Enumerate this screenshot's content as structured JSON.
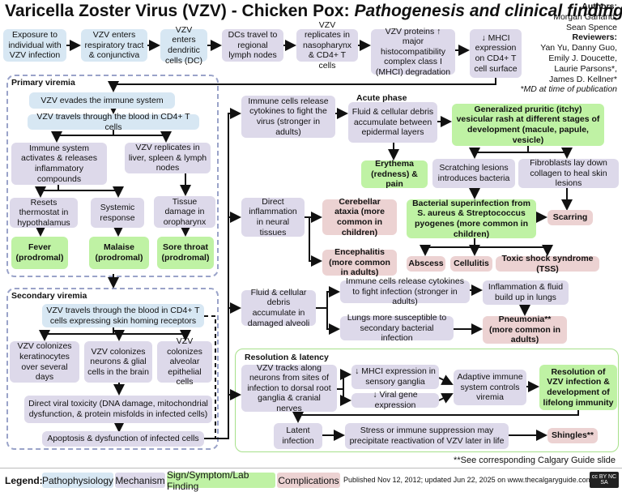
{
  "title_main": "Varicella Zoster Virus (VZV) - Chicken Pox: ",
  "title_sub": "Pathogenesis and clinical findings",
  "authors": {
    "authors_label": "Authors:",
    "author1": "Morgan Garland,",
    "author2": "Sean Spence",
    "reviewers_label": "Reviewers:",
    "reviewer1": "Yan Yu, Danny Guo,",
    "reviewer2": "Emily J. Doucette,",
    "reviewer3": "Laurie Parsons*,",
    "reviewer4": "James D. Kellner*",
    "note": "*MD at time of publication"
  },
  "top_row": {
    "exposure": "Exposure to individual with VZV infection",
    "enters_resp": "VZV enters respiratory tract & conjunctiva",
    "enters_dc": "VZV enters dendritic cells (DC)",
    "dc_travel": "DCs travel to regional lymph nodes",
    "replicates": "VZV replicates in nasopharynx & CD4+ T cells",
    "proteins": "VZV proteins ↑ major histocompatibility complex class I (MHCI) degradation",
    "mhci_down": "↓ MHCI expression on CD4+ T cell surface"
  },
  "primary": {
    "label": "Primary viremia",
    "evades": "VZV evades the immune system",
    "travels": "VZV travels through the blood in CD4+ T cells",
    "immune_act": "Immune system activates & releases inflammatory compounds",
    "replicates_liver": "VZV replicates in liver, spleen & lymph nodes",
    "thermostat": "Resets thermostat in hypothalamus",
    "systemic": "Systemic response",
    "tissue_damage": "Tissue damage in oropharynx",
    "fever": "Fever (prodromal)",
    "malaise": "Malaise (prodromal)",
    "sore_throat": "Sore throat (prodromal)"
  },
  "secondary": {
    "label": "Secondary viremia",
    "travels_homing": "VZV travels through the blood in CD4+ T cells expressing skin homing receptors",
    "keratinocytes": "VZV colonizes keratinocytes over several days",
    "neurons": "VZV colonizes neurons & glial cells in the brain",
    "alveolar": "VZV colonizes alveolar epithelial cells",
    "toxicity": "Direct viral toxicity (DNA damage, mitochondrial dysfunction, & protein misfolds in infected cells)",
    "apoptosis": "Apoptosis & dysfunction of infected cells"
  },
  "acute": {
    "label": "Acute phase",
    "immune_release": "Immune cells release cytokines to fight the virus (stronger in adults)",
    "fluid_debris": "Fluid & cellular debris accumulate between epidermal layers",
    "rash": "Generalized pruritic (itchy) vesicular rash at different stages of development (macule, papule, vesicle)",
    "erythema": "Erythema (redness) & pain",
    "scratching": "Scratching lesions introduces bacteria",
    "fibroblasts": "Fibroblasts lay down collagen to heal skin lesions",
    "direct_inflam": "Direct inflammation in neural tissues",
    "cerebellar": "Cerebellar ataxia (more common in children)",
    "superinfection": "Bacterial superinfection from S. aureus & Streptococcus pyogenes (more common in children)",
    "scarring": "Scarring",
    "encephalitis": "Encephalitis (more common in adults)",
    "abscess": "Abscess",
    "cellulitis": "Cellulitis",
    "tss": "Toxic shock syndrome (TSS)",
    "fluid_alveoli": "Fluid & cellular debris accumulate in damaged alveoli",
    "immune_release2": "Immune cells release cytokines to fight infection (stronger in adults)",
    "inflam_lungs": "Inflammation & fluid build up in lungs",
    "lungs_susceptible": "Lungs more susceptible to secondary bacterial infection",
    "pneumonia": "Pneumonia** (more common in adults)"
  },
  "resolution": {
    "label": "Resolution & latency",
    "tracks": "VZV tracks along neurons from sites of infection to dorsal root ganglia & cranial nerves",
    "mhci_sensory": "↓ MHCI expression in sensory ganglia",
    "viral_gene": "↓ Viral gene expression",
    "adaptive": "Adaptive immune system controls viremia",
    "resolution_vzv": "Resolution of VZV infection & development of lifelong immunity",
    "latent": "Latent infection",
    "stress": "Stress or immune suppression may precipitate reactivation of VZV later in life",
    "shingles": "Shingles**"
  },
  "footnote": "**See corresponding Calgary Guide slide",
  "legend": {
    "label": "Legend:",
    "patho": "Pathophysiology",
    "mech": "Mechanism",
    "sign": "Sign/Symptom/Lab Finding",
    "comp": "Complications",
    "published": "Published Nov 12, 2012; updated Jun 22, 2025 on www.thecalgaryguide.com",
    "cc": "cc BY NC SA"
  },
  "colors": {
    "pathophysiology": "#d7e7f3",
    "mechanism": "#ddd9ea",
    "sign": "#bff2a4",
    "complication": "#ecd2d2"
  }
}
